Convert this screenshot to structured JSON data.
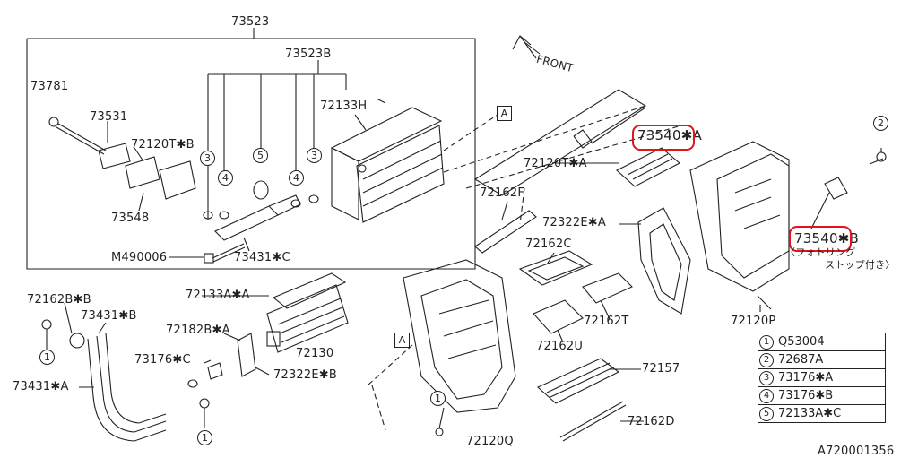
{
  "diagram": {
    "labels": {
      "p73523": "73523",
      "p73523b": "73523B",
      "p73781": "73781",
      "p73531": "73531",
      "p72120t_b": "72120T✱B",
      "p72133h": "72133H",
      "p73548": "73548",
      "p73431_c": "73431✱C",
      "m490006": "M490006",
      "p73540_a": "73540✱A",
      "p72120t_a": "72120T✱A",
      "p72162f": "72162F",
      "p72322e_a": "72322E✱A",
      "p72162c": "72162C",
      "p73540_b": "73540✱B",
      "note_a": "〈フォトリング",
      "note_b": "ストップ付き〉",
      "p72120p": "72120P",
      "p72162t": "72162T",
      "p72162u": "72162U",
      "p72157": "72157",
      "p72162d": "72162D",
      "p72120q": "72120Q",
      "p72162b_b": "72162B✱B",
      "p73431_b": "73431✱B",
      "p72133a_a": "72133A✱A",
      "p72182b_a": "72182B✱A",
      "p72130": "72130",
      "p73176_c": "73176✱C",
      "p72322e_b": "72322E✱B",
      "p73431_a": "73431✱A",
      "front": "FRONT",
      "ref_a": "A",
      "diagram_id": "A720001356"
    },
    "callouts": {
      "one": "1",
      "two": "2",
      "three": "3",
      "four": "4",
      "five": "5"
    },
    "legend": [
      {
        "num": "1",
        "part": "Q53004"
      },
      {
        "num": "2",
        "part": "72687A"
      },
      {
        "num": "3",
        "part": "73176✱A"
      },
      {
        "num": "4",
        "part": "73176✱B"
      },
      {
        "num": "5",
        "part": "72133A✱C"
      }
    ],
    "highlight_color": "#e0141a",
    "line_color": "#222222"
  }
}
